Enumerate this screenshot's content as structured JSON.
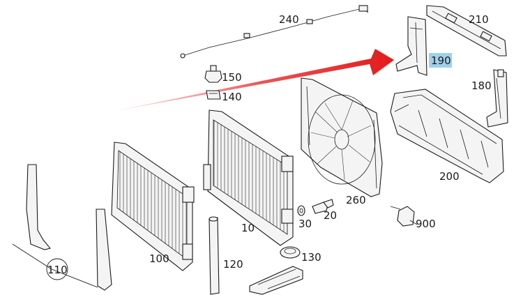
{
  "labels": {
    "l240": "240",
    "l210": "210",
    "l190": "190",
    "l150": "150",
    "l140": "140",
    "l180": "180",
    "l200": "200",
    "l260": "260",
    "l900": "900",
    "l30": "30",
    "l20": "20",
    "l10": "10",
    "l100": "100",
    "l120": "120",
    "l130": "130",
    "l110": "110"
  },
  "highlight": {
    "part": "190",
    "color": "#9fd0ec"
  },
  "arrow": {
    "color": "#e31b1b"
  }
}
